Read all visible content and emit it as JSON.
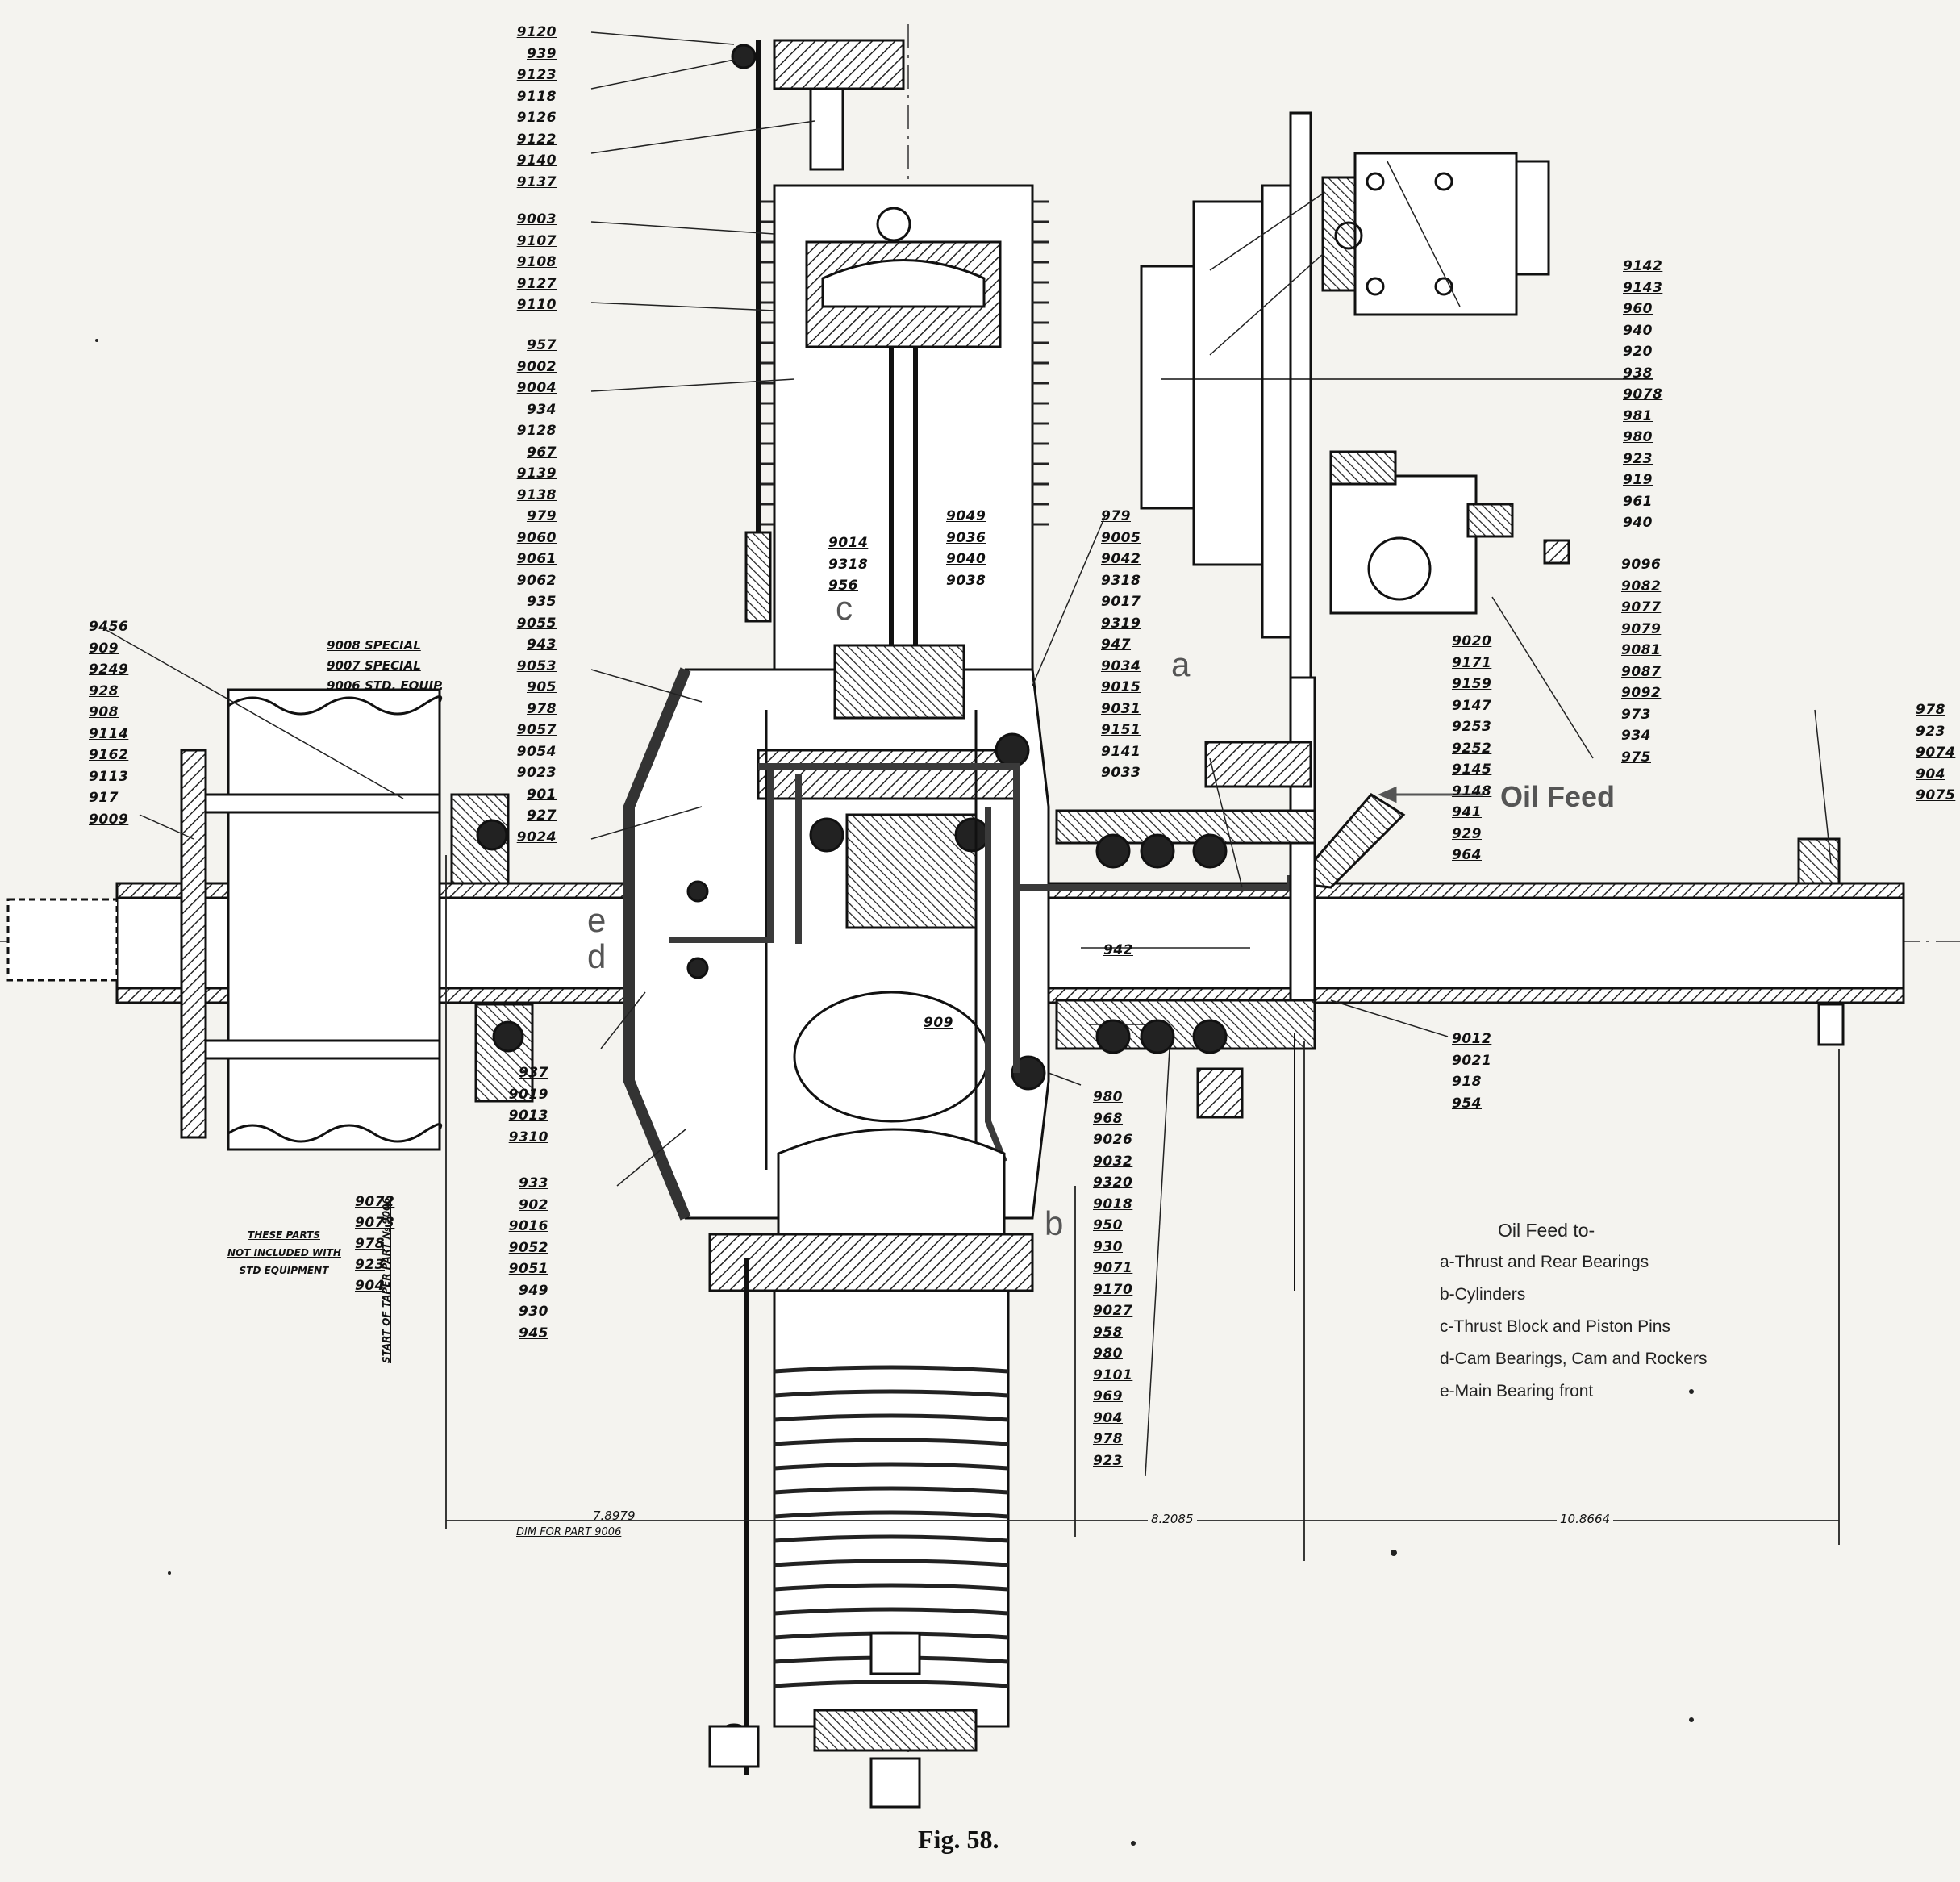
{
  "figure_caption": "Fig. 58.",
  "oil_feed_label": "Oil Feed",
  "legend": {
    "title": "Oil Feed to-",
    "items": [
      "a-Thrust and Rear Bearings",
      "b-Cylinders",
      "c-Thrust Block and Piston Pins",
      "d-Cam Bearings, Cam and Rockers",
      "e-Main Bearing front"
    ]
  },
  "callouts": [
    "a",
    "b",
    "c",
    "d",
    "e"
  ],
  "left_notes": {
    "special_parts": [
      "9008 SPECIAL",
      "9007 SPECIAL",
      "9006 STD. EQUIP."
    ],
    "not_included": [
      "THESE PARTS",
      "NOT INCLUDED WITH",
      "STD EQUIPMENT"
    ],
    "not_included_parts": [
      "9072",
      "9073",
      "978",
      "923",
      "904"
    ],
    "taper_note": "START OF TAPER PART № 9006"
  },
  "dimensions": {
    "dim_9006_value": "7.8979",
    "dim_9006_label": "DIM FOR PART 9006",
    "dim_middle": "8.2085",
    "dim_right": "10.8664"
  },
  "part_labels": {
    "top_column": [
      "9120",
      "939",
      "9123",
      "9118",
      "9126",
      "9122",
      "9140",
      "9137"
    ],
    "upper_column": [
      "9003",
      "9107",
      "9108",
      "9127",
      "9110"
    ],
    "main_left": [
      "957",
      "9002",
      "9004",
      "934",
      "9128",
      "967",
      "9139",
      "9138",
      "979",
      "9060",
      "9061",
      "9062",
      "935",
      "9055",
      "943",
      "9053",
      "905",
      "978",
      "9057",
      "9054",
      "9023",
      "901",
      "927",
      "9024"
    ],
    "left_shaft": [
      "9456",
      "909",
      "9249",
      "928",
      "908",
      "9114",
      "9162",
      "9113",
      "917",
      "9009"
    ],
    "inner_column": [
      "9014",
      "9318",
      "956"
    ],
    "piston_column": [
      "9049",
      "9036",
      "9040",
      "9038"
    ],
    "center_right": [
      "979",
      "9005",
      "9042",
      "9318",
      "9017",
      "9319",
      "947",
      "9034",
      "9015",
      "9031",
      "9151",
      "9141",
      "9033"
    ],
    "oil_column": [
      "9020",
      "9171",
      "9159",
      "9147",
      "9253",
      "9252",
      "9145",
      "9148",
      "941",
      "929",
      "964"
    ],
    "magneto_column": [
      "9142",
      "9143",
      "960",
      "940",
      "920",
      "938",
      "9078",
      "981",
      "980",
      "923",
      "919",
      "961",
      "940"
    ],
    "right_upper_column": [
      "9096",
      "9082",
      "9077",
      "9079",
      "9081",
      "9087",
      "9092",
      "973",
      "934",
      "975"
    ],
    "far_right": [
      "978",
      "923",
      "9074",
      "904",
      "9075"
    ],
    "shaft_center": [
      "942",
      "909"
    ],
    "right_lower": [
      "9012",
      "9021",
      "918",
      "954"
    ],
    "lower_left": [
      "937",
      "9019",
      "9013",
      "9310"
    ],
    "bottom_left": [
      "933",
      "902",
      "9016",
      "9052",
      "9051",
      "949",
      "930",
      "945"
    ],
    "bottom_right": [
      "980",
      "968",
      "9026",
      "9032",
      "9320",
      "9018",
      "950",
      "930",
      "9071",
      "9170",
      "9027",
      "958",
      "980",
      "9101",
      "969",
      "904",
      "978",
      "923"
    ]
  }
}
